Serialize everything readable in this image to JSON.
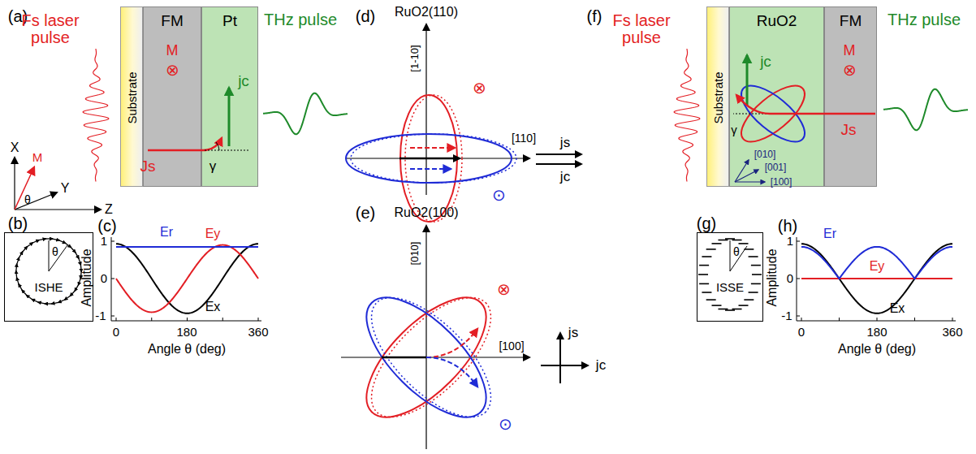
{
  "diagram": {
    "nodes": [
      {
        "text": [
          "Substrate"
        ]
      },
      {
        "text": [
          "FM"
        ]
      },
      {
        "text": [
          "Pt"
        ]
      },
      {
        "text": [
          "ISHE"
        ]
      },
      {
        "text": [
          "Substrate"
        ]
      },
      {
        "text": [
          "RuO2"
        ]
      },
      {
        "text": [
          "FM"
        ]
      },
      {
        "text": [
          "ISSE"
        ]
      }
    ],
    "labels": [
      "(a)",
      "Fs laser pulse",
      "M",
      "⊗",
      "jc",
      "Js",
      "γ",
      "THz pulse",
      "X",
      "M",
      "Y",
      "θ",
      "Z",
      "(b)",
      "θ",
      "(c)",
      "1",
      "0",
      "-1",
      "Amplitude",
      "0",
      "180",
      "360",
      "Angle θ (deg)",
      "Er",
      "Ey",
      "Ex",
      "(d)",
      "RuO2(110)",
      "[1-10]",
      "⊗",
      "⊙",
      "[110]",
      "js",
      "jc",
      "(e)",
      "RuO2(100)",
      "[010]",
      "[100]",
      "⊗",
      "⊙",
      "js",
      "jc",
      "(f)",
      "Fs laser pulse",
      "jc",
      "M",
      "⊗",
      "Js",
      "γ",
      "[010]",
      "[001]",
      "[100]",
      "THz pulse",
      "(g)",
      "θ",
      "(h)",
      "1",
      "0",
      "-1",
      "Amplitude",
      "0",
      "180",
      "360",
      "Angle θ (deg)",
      "Er",
      "Ey",
      "Ex"
    ]
  }
}
